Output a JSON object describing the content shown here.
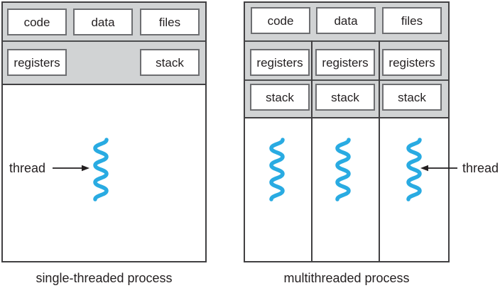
{
  "figure": {
    "left": {
      "caption": "single-threaded process",
      "thread_label": "thread",
      "resource_boxes": [
        "code",
        "data",
        "files"
      ],
      "state_boxes": [
        "registers",
        "stack"
      ],
      "thread_count": 1
    },
    "right": {
      "caption": "multithreaded process",
      "thread_label": "thread",
      "resource_boxes": [
        "code",
        "data",
        "files"
      ],
      "columns": [
        {
          "registers": "registers",
          "stack": "stack"
        },
        {
          "registers": "registers",
          "stack": "stack"
        },
        {
          "registers": "registers",
          "stack": "stack"
        }
      ],
      "thread_count": 3
    },
    "colors": {
      "panel_gray": "#d1d3d4",
      "outline_dark": "#414042",
      "box_border_gray": "#6d6e71",
      "thread_blue": "#29abe2",
      "text": "#231f20"
    }
  }
}
